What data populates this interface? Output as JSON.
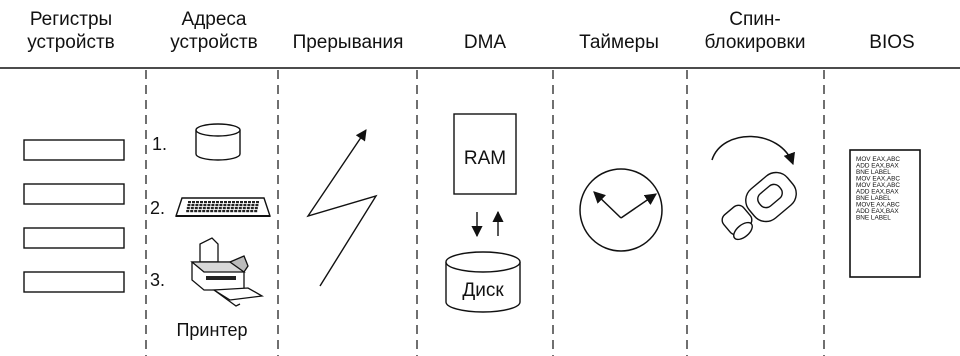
{
  "columns": [
    {
      "title_lines": [
        "Регистры",
        "устройств"
      ]
    },
    {
      "title_lines": [
        "Адреса",
        "устройств"
      ]
    },
    {
      "title_lines": [
        "",
        "Прерывания"
      ]
    },
    {
      "title_lines": [
        "",
        "DMA"
      ]
    },
    {
      "title_lines": [
        "",
        "Таймеры"
      ]
    },
    {
      "title_lines": [
        "Спин-",
        "блокировки"
      ]
    },
    {
      "title_lines": [
        "",
        "BIOS"
      ]
    }
  ],
  "devices": {
    "items": [
      {
        "number": "1.",
        "icon": "disk-cylinder-icon"
      },
      {
        "number": "2.",
        "icon": "keyboard-icon"
      },
      {
        "number": "3.",
        "icon": "printer-icon"
      }
    ],
    "printer_label": "Принтер"
  },
  "dma": {
    "ram_label": "RAM",
    "disk_label": "Диск"
  },
  "bios_code": [
    "MOV EAX,ABC",
    "ADD EAX,BAX",
    "BNE LABEL",
    "MOV EAX,ABC",
    "MOV EAX,ABC",
    "ADD EAX,BAX",
    "BNE LABEL",
    "MOVE AX,ABC",
    "ADD EAX,BAX",
    "BNE LABEL"
  ]
}
